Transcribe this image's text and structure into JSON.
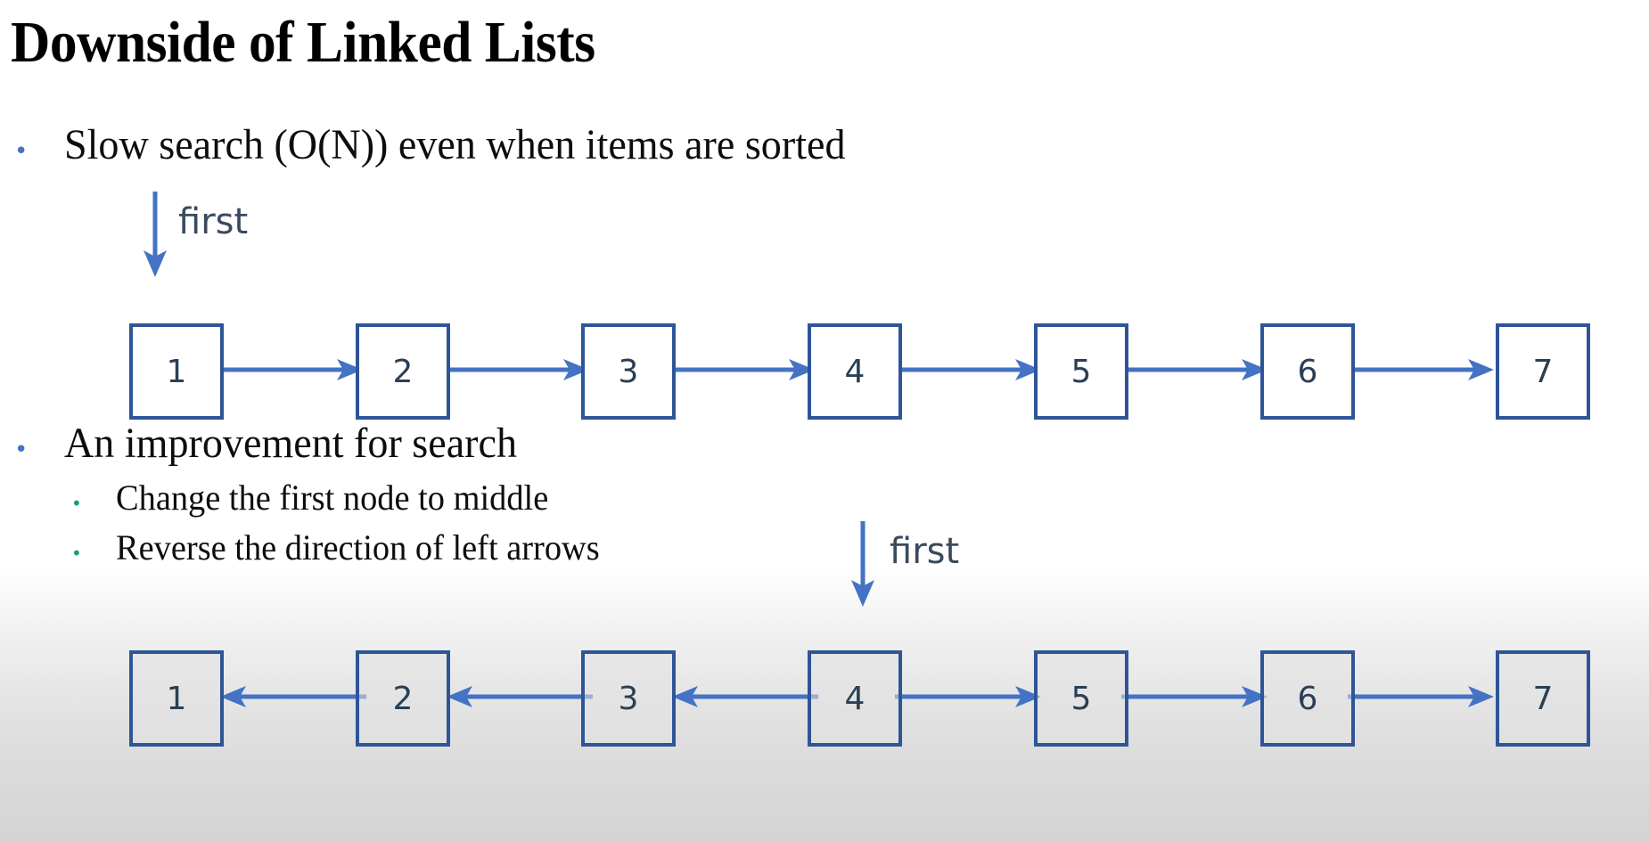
{
  "slide": {
    "title": "Downside of Linked Lists",
    "background_top": "#ffffff",
    "background_bottom": "#d4d4d4",
    "accent_blue": "#4472C4",
    "node_border": "#2E5597",
    "bullet_l1_color": "#4472C4",
    "bullet_l2_color": "#16A163",
    "bullet_glyph": "•"
  },
  "bullets": [
    {
      "level": 1,
      "text": "Slow search (O(N)) even when items are sorted"
    },
    {
      "level": 1,
      "text": "An improvement for search"
    },
    {
      "level": 2,
      "text": "Change the first node to middle"
    },
    {
      "level": 2,
      "text": "Reverse the direction of left arrows"
    }
  ],
  "diagrams": [
    {
      "id": "top-list",
      "caption": "sorted singly linked list 1 through 7",
      "pointer_label": "first",
      "pointer_target_node": 1,
      "nodes": [
        {
          "value": "1"
        },
        {
          "value": "2"
        },
        {
          "value": "3"
        },
        {
          "value": "4"
        },
        {
          "value": "5"
        },
        {
          "value": "6"
        },
        {
          "value": "7"
        }
      ],
      "links": [
        {
          "from": "1",
          "to": "2",
          "direction": "right"
        },
        {
          "from": "2",
          "to": "3",
          "direction": "right"
        },
        {
          "from": "3",
          "to": "4",
          "direction": "right"
        },
        {
          "from": "4",
          "to": "5",
          "direction": "right"
        },
        {
          "from": "5",
          "to": "6",
          "direction": "right"
        },
        {
          "from": "6",
          "to": "7",
          "direction": "right"
        }
      ]
    },
    {
      "id": "bottom-list",
      "caption": "list with first pointing to middle node and left arrows reversed",
      "pointer_label": "first",
      "pointer_target_node": 4,
      "nodes": [
        {
          "value": "1"
        },
        {
          "value": "2"
        },
        {
          "value": "3"
        },
        {
          "value": "4"
        },
        {
          "value": "5"
        },
        {
          "value": "6"
        },
        {
          "value": "7"
        }
      ],
      "links": [
        {
          "from": "2",
          "to": "1",
          "direction": "left"
        },
        {
          "from": "3",
          "to": "2",
          "direction": "left"
        },
        {
          "from": "4",
          "to": "3",
          "direction": "left"
        },
        {
          "from": "4",
          "to": "5",
          "direction": "right"
        },
        {
          "from": "5",
          "to": "6",
          "direction": "right"
        },
        {
          "from": "6",
          "to": "7",
          "direction": "right"
        }
      ]
    }
  ]
}
